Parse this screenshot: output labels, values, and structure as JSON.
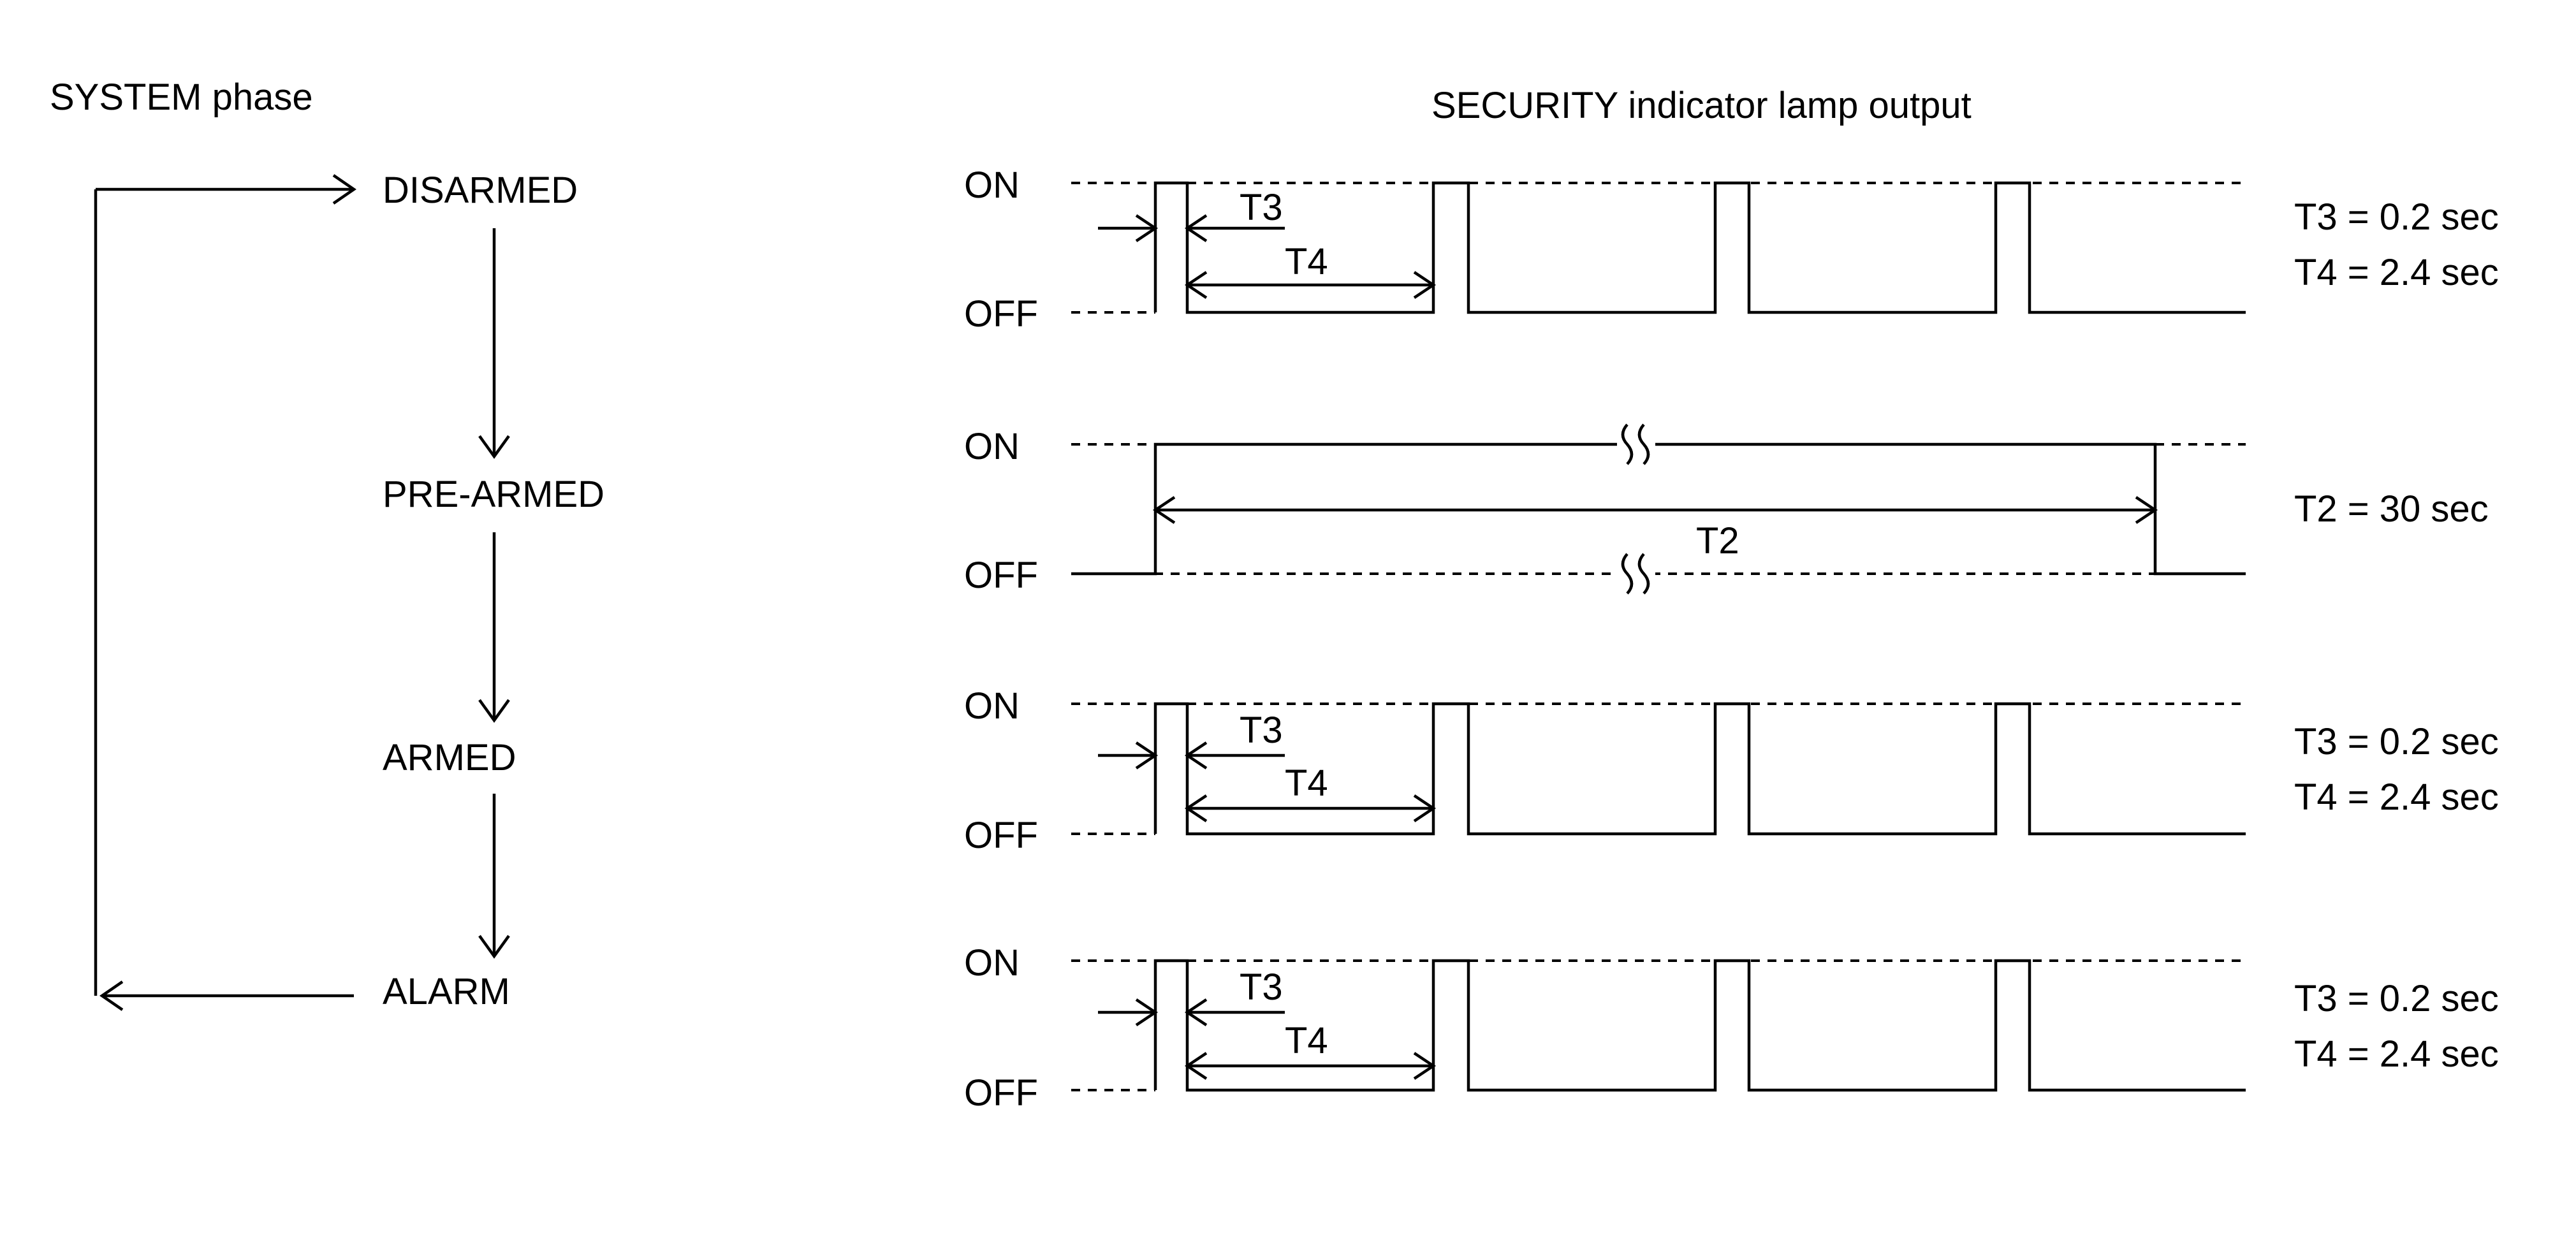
{
  "system": {
    "title": "SYSTEM phase",
    "phases": [
      "DISARMED",
      "PRE-ARMED",
      "ARMED",
      "ALARM"
    ]
  },
  "lamp": {
    "title": "SECURITY indicator lamp output",
    "on_label": "ON",
    "off_label": "OFF",
    "rows": [
      {
        "phase": "DISARMED",
        "waveform": "blink",
        "marks": [
          "T3",
          "T4"
        ],
        "timing": [
          "T3 = 0.2 sec",
          "T4 = 2.4 sec"
        ]
      },
      {
        "phase": "PRE-ARMED",
        "waveform": "steady-on",
        "marks": [
          "T2"
        ],
        "timing": [
          "T2 = 30 sec"
        ]
      },
      {
        "phase": "ARMED",
        "waveform": "blink",
        "marks": [
          "T3",
          "T4"
        ],
        "timing": [
          "T3 = 0.2 sec",
          "T4 = 2.4 sec"
        ]
      },
      {
        "phase": "ALARM",
        "waveform": "blink",
        "marks": [
          "T3",
          "T4"
        ],
        "timing": [
          "T3 = 0.2 sec",
          "T4 = 2.4 sec"
        ]
      }
    ]
  }
}
